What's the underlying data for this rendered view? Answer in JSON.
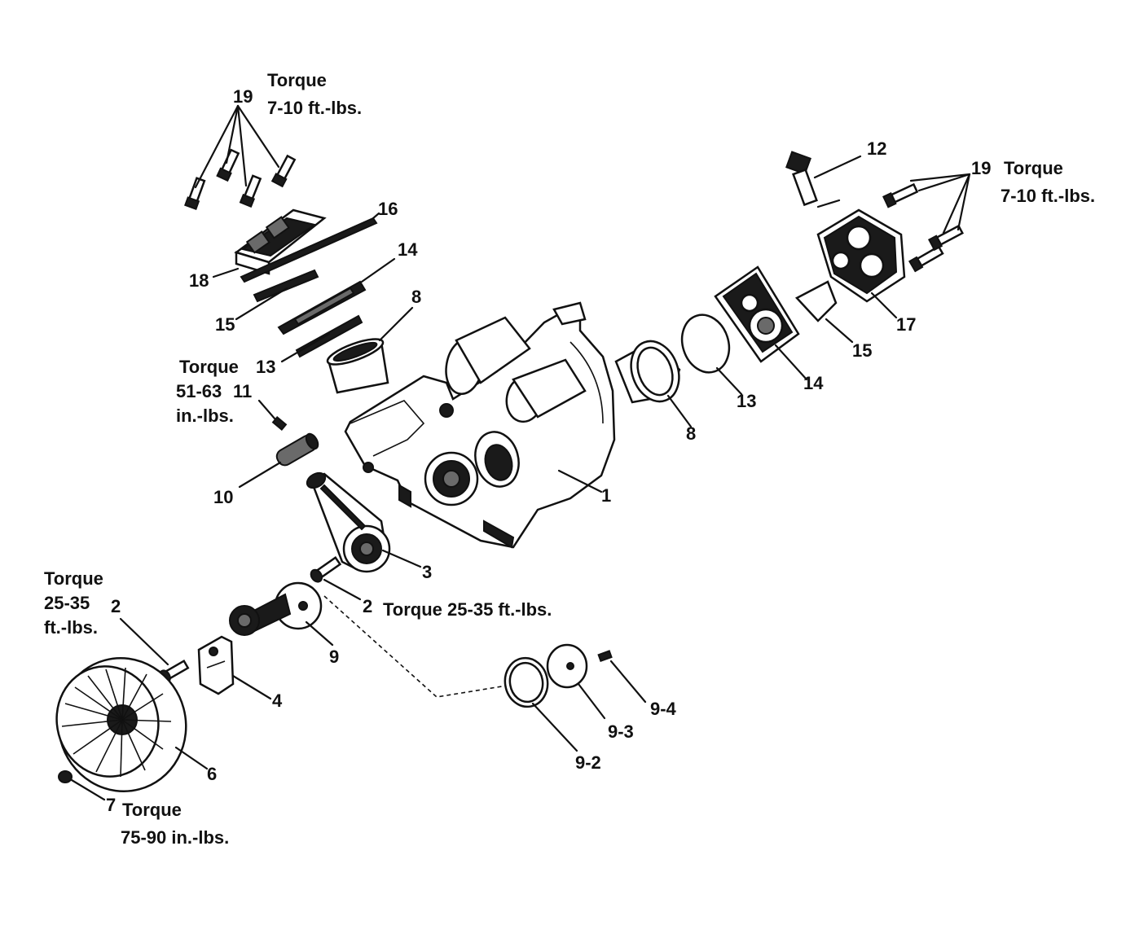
{
  "labels": {
    "p1": "1",
    "p2_top": "2",
    "p2_left": "2",
    "p3": "3",
    "p4": "4",
    "p6": "6",
    "p7": "7",
    "p8_left": "8",
    "p8_right": "8",
    "p9": "9",
    "p9_2": "9-2",
    "p9_3": "9-3",
    "p9_4": "9-4",
    "p10": "10",
    "p11": "11",
    "p12": "12",
    "p13_left": "13",
    "p13_right": "13",
    "p14_left": "14",
    "p14_right": "14",
    "p15_left": "15",
    "p15_right": "15",
    "p16": "16",
    "p17": "17",
    "p18": "18",
    "p19_left": "19",
    "p19_right": "19"
  },
  "torque": {
    "t19_left": [
      "Torque",
      "7-10 ft.-lbs."
    ],
    "t19_right": [
      "Torque",
      "7-10 ft.-lbs."
    ],
    "t11": [
      "Torque",
      "51-63",
      "in.-lbs."
    ],
    "t2_rod": "Torque 25-35 ft.-lbs.",
    "t2_fan": [
      "Torque",
      "25-35",
      "ft.-lbs."
    ],
    "t7": [
      "Torque",
      "75-90 in.-lbs."
    ]
  }
}
